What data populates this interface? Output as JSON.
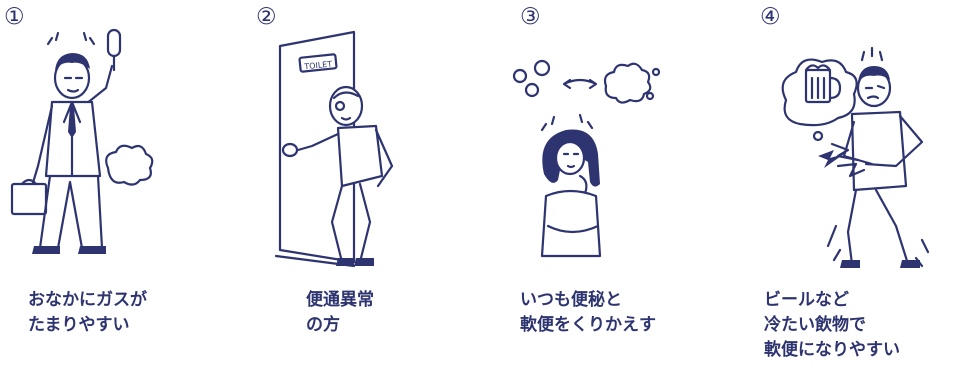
{
  "panels": [
    {
      "number": "①",
      "caption": [
        "おなかにガスが",
        "たまりやすい"
      ]
    },
    {
      "number": "②",
      "caption": [
        "便通異常",
        "の方"
      ],
      "door_sign": "TOILET"
    },
    {
      "number": "③",
      "caption": [
        "いつも便秘と",
        "軟便をくりかえす"
      ]
    },
    {
      "number": "④",
      "caption": [
        "ビールなど",
        "冷たい飲物で",
        "軟便になりやすい"
      ]
    }
  ],
  "colors": {
    "ink": "#2e3470",
    "background": "#ffffff"
  },
  "icons": [
    "man-with-gas-illustration",
    "man-at-toilet-door-illustration",
    "woman-worried-illustration",
    "man-stomach-pain-beer-illustration"
  ]
}
